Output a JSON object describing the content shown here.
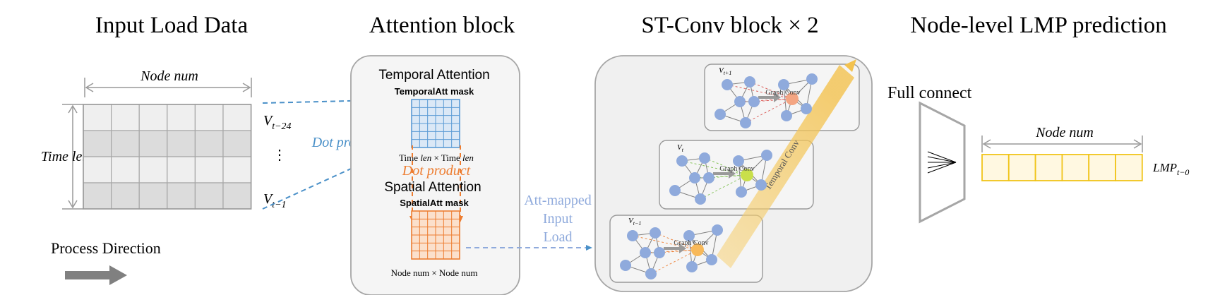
{
  "sections": {
    "input": {
      "title": "Input Load Data",
      "node_num": "Node num",
      "time_len": "Time len",
      "v_first": "V",
      "v_first_sub": "t−24",
      "v_last": "V",
      "v_last_sub": "t−1",
      "ellipsis": "⋮",
      "process_direction": "Process Direction"
    },
    "attention": {
      "title": "Attention block",
      "temporal_title": "Temporal Attention",
      "temporal_mask": "TemporalAtt mask",
      "time_dims_a": "Time ",
      "time_dims_b": "len",
      "time_dims_c": " × Time ",
      "time_dims_d": "len",
      "dot_product_left": "Dot product",
      "dot_product_center": "Dot product",
      "spatial_title": "Spatial Attention",
      "spatial_mask": "SpatialAtt mask",
      "node_dims": "Node num  × Node num"
    },
    "att_mapped": {
      "line1": "Att-mapped",
      "line2": "Input",
      "line3": "Load"
    },
    "stconv": {
      "title": "ST-Conv block × 2",
      "graph_conv": "Graph Conv",
      "temporal_conv": "Temporal Conv",
      "v_top": "V",
      "v_top_sub": "t+1",
      "v_mid": "V",
      "v_mid_sub": "t",
      "v_bot": "V",
      "v_bot_sub": "t−1"
    },
    "prediction": {
      "title": "Node-level LMP prediction",
      "full_connect": "Full connect",
      "node_num": "Node num",
      "lmp": "LMP",
      "lmp_sub": "t−0"
    }
  },
  "colors": {
    "blue_arrow": "#4a90c8",
    "blue_grid": "#5b9bd5",
    "orange": "#ed7d31",
    "yellow": "#f0c419",
    "node_blue": "#8faadc",
    "gray_arrow": "#808080"
  }
}
